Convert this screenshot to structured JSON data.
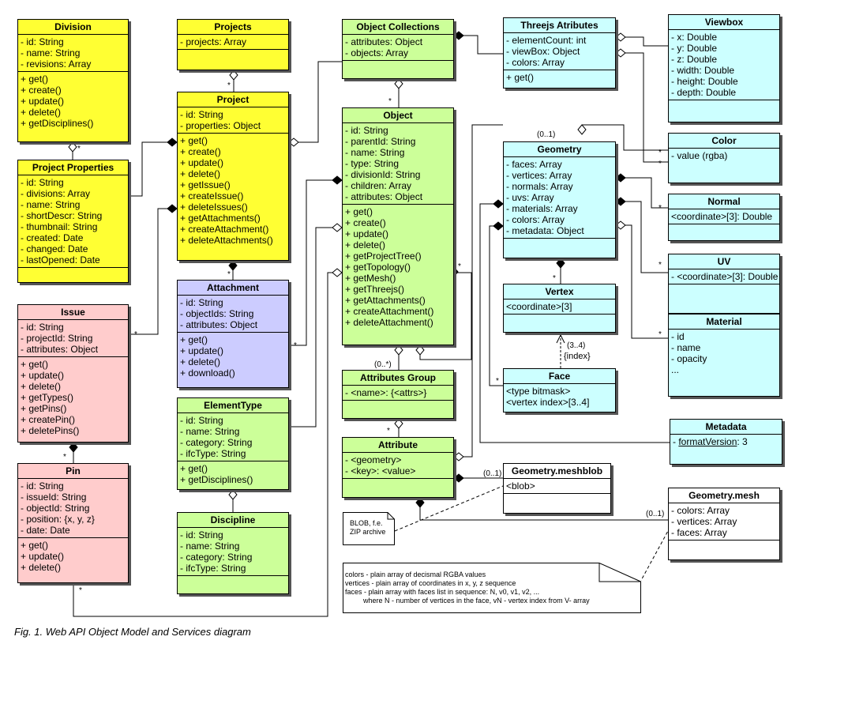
{
  "classes": {
    "division": {
      "title": "Division",
      "attrs": [
        "- id: String",
        "- name: String",
        "- revisions: Array"
      ],
      "ops": [
        "+ get()",
        "+ create()",
        "+ update()",
        "+ delete()",
        "+ getDisciplines()"
      ]
    },
    "projects": {
      "title": "Projects",
      "attrs": [
        "- projects: Array"
      ],
      "ops": []
    },
    "project": {
      "title": "Project",
      "attrs": [
        "- id: String",
        "- properties: Object"
      ],
      "ops": [
        "+ get()",
        "+ create()",
        "+ update()",
        "+ delete()",
        "+ getIssue()",
        "+ createIssue()",
        "+ deleteIssues()",
        "+ getAttachments()",
        "+ createAttachment()",
        "+ deleteAttachments()"
      ]
    },
    "project_properties": {
      "title": "Project Properties",
      "attrs": [
        "- id: String",
        "- divisions: Array",
        "- name: String",
        "- shortDescr: String",
        "- thumbnail: String",
        "- created: Date",
        "- changed: Date",
        "- lastOpened: Date"
      ],
      "ops": []
    },
    "issue": {
      "title": "Issue",
      "attrs": [
        "- id: String",
        "- projectId: String",
        "- attributes: Object"
      ],
      "ops": [
        "+ get()",
        "+ update()",
        "+ delete()",
        "+ getTypes()",
        "+ getPins()",
        "+ createPin()",
        "+ deletePins()"
      ]
    },
    "pin": {
      "title": "Pin",
      "attrs": [
        "- id: String",
        "- issueId: String",
        "- objectId: String",
        "- position: {x, y, z}",
        "- date: Date"
      ],
      "ops": [
        "+ get()",
        "+ update()",
        "+ delete()"
      ]
    },
    "attachment": {
      "title": "Attachment",
      "attrs": [
        "- id: String",
        "- objectIds: String",
        "- attributes: Object"
      ],
      "ops": [
        "+ get()",
        "+ update()",
        "+ delete()",
        "+ download()"
      ]
    },
    "element_type": {
      "title": "ElementType",
      "attrs": [
        "- id: String",
        "- name: String",
        "- category: String",
        "- ifcType: String"
      ],
      "ops": [
        "+ get()",
        "+ getDisciplines()"
      ]
    },
    "discipline": {
      "title": "Discipline",
      "attrs": [
        "- id: String",
        "- name: String",
        "- category: String",
        "- ifcType: String"
      ],
      "ops": []
    },
    "object_collections": {
      "title": "Object Collections",
      "attrs": [
        "- attributes: Object",
        "- objects: Array"
      ],
      "ops": []
    },
    "object": {
      "title": "Object",
      "attrs": [
        "- id: String",
        "- parentId: String",
        "- name: String",
        "- type: String",
        "- divisionId: String",
        "- children: Array",
        "- attributes: Object"
      ],
      "ops": [
        "+ get()",
        "+ create()",
        "+ update()",
        "+ delete()",
        "+ getProjectTree()",
        "+ getTopology()",
        "+ getMesh()",
        "+ getThreejs()",
        "+ getAttachments()",
        "+ createAttachment()",
        "+ deleteAttachment()"
      ]
    },
    "attributes_group": {
      "title": "Attributes Group",
      "attrs": [
        "- <name>: {<attrs>}"
      ],
      "ops": []
    },
    "attribute": {
      "title": "Attribute",
      "attrs": [
        "- <geometry>",
        "- <key>: <value>"
      ],
      "ops": []
    },
    "threejs_attributes": {
      "title": "Threejs Atributes",
      "attrs": [
        "- elementCount: int",
        "- viewBox: Object",
        "- colors: Array"
      ],
      "ops": [
        "+ get()"
      ]
    },
    "viewbox": {
      "title": "Viewbox",
      "attrs": [
        "- x: Double",
        "- y: Double",
        "- z: Double",
        "- width: Double",
        "- height: Double",
        "- depth: Double"
      ],
      "ops": []
    },
    "color": {
      "title": "Color",
      "attrs": [
        "- value (rgba)"
      ]
    },
    "geometry": {
      "title": "Geometry",
      "attrs": [
        "- faces: Array",
        "- vertices: Array",
        "- normals: Array",
        "- uvs: Array",
        "- materials: Array",
        "- colors: Array",
        "- metadata: Object"
      ],
      "ops": []
    },
    "normal": {
      "title": "Normal",
      "attrs": [
        "<coordinate>[3]: Double"
      ],
      "ops": []
    },
    "uv": {
      "title": "UV",
      "attrs": [
        "- <coordinate>[3]: Double"
      ],
      "ops": []
    },
    "vertex": {
      "title": "Vertex",
      "attrs": [
        "<coordinate>[3]"
      ],
      "ops": []
    },
    "material": {
      "title": "Material",
      "attrs": [
        "- id",
        "- name",
        "- opacity",
        "..."
      ]
    },
    "face": {
      "title": "Face",
      "attrs": [
        "<type bitmask>",
        "<vertex index>[3..4]"
      ]
    },
    "metadata": {
      "title": "Metadata",
      "attrs": [
        "- formatVersion: 3"
      ]
    },
    "meshblob": {
      "title": "Geometry.meshblob",
      "attrs": [
        "<blob>"
      ],
      "ops": []
    },
    "mesh": {
      "title": "Geometry.mesh",
      "attrs": [
        "- colors: Array",
        "- vertices: Array",
        "- faces: Array"
      ],
      "ops": []
    }
  },
  "metadata_link": "formatVersion",
  "metadata_rest": ": 3",
  "multiplicities": {
    "star": "*",
    "zero_one": "(0..1)",
    "zero_many": "(0..*)",
    "three_four": "(3..4)",
    "index_qualifier": "{index}"
  },
  "notes": {
    "blob": [
      "BLOB, f.e.",
      "ZIP archive"
    ],
    "arrays": [
      "colors - plain array of decismal RGBA values",
      "vertices - plain array of coordinates in x, y, z sequence",
      "faces - plain array with faces list in sequence: N, v0, v1, v2, ...",
      "where N - number of vertices in the face, vN - vertex index from V- array"
    ]
  },
  "caption": "Fig. 1. Web API Object Model and Services diagram",
  "colors": {
    "yellow": "#ffff33",
    "pink": "#ffcccc",
    "lavender": "#ccccff",
    "green": "#ccff99",
    "cyan": "#ccffff"
  }
}
